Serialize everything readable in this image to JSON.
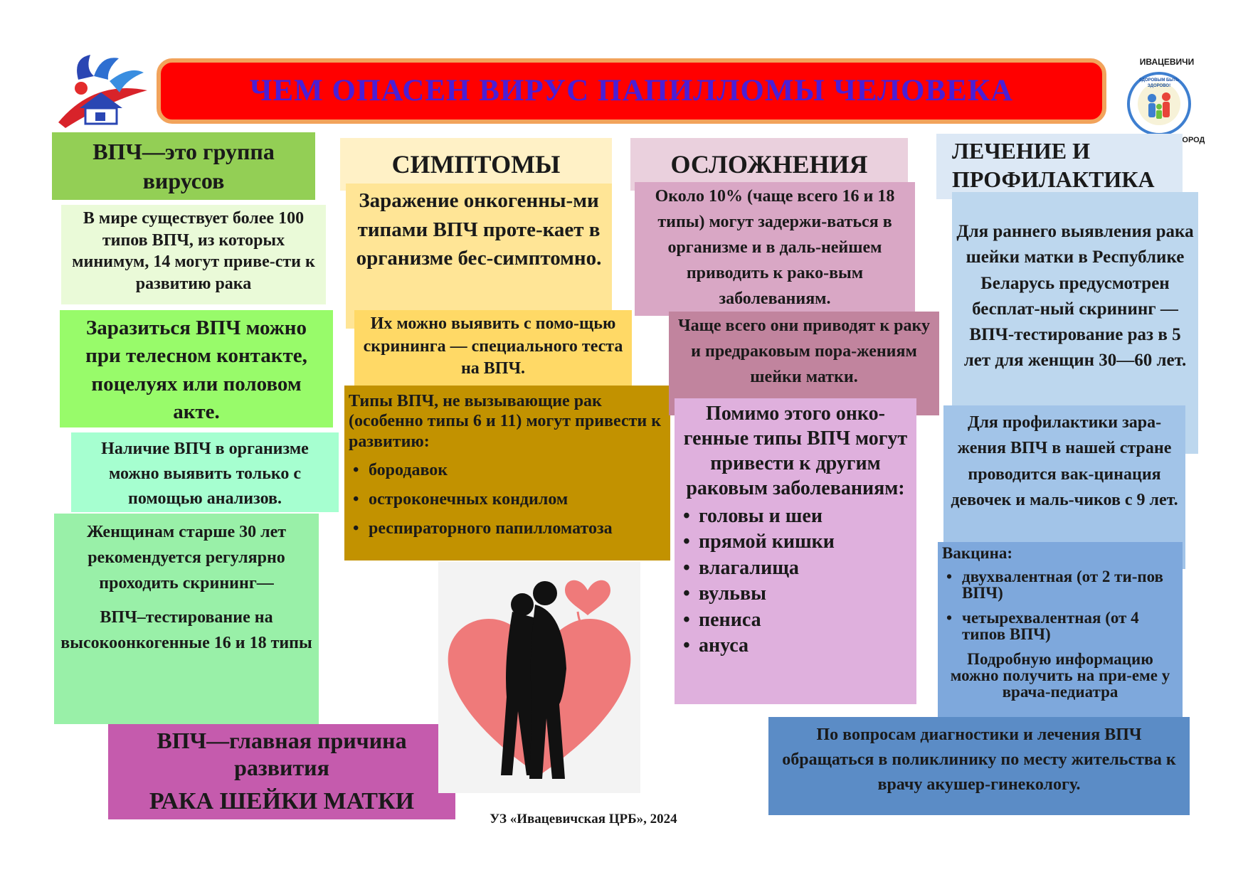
{
  "header": {
    "title": "ЧЕМ ОПАСЕН ВИРУС ПАПИЛЛОМЫ ЧЕЛОВЕКА",
    "city": "ИВАЦЕВИЧИ",
    "emblem_ring_text": "ЗДОРОВЫМ БЫТЬ ЗДОРОВО!",
    "city_subtitle": "ЗДОРОВЫЙ ГОРОД"
  },
  "left": {
    "headline": "ВПЧ—это группа вирусов",
    "types_text": "В мире существует более 100 типов ВПЧ, из которых минимум, 14 могут приве-сти к развитию рака",
    "transmission_text": "Заразиться ВПЧ можно при телесном контакте, поцелуях или половом акте.",
    "detection_text": "Наличие ВПЧ в организме можно выявить только с помощью анализов.",
    "screening_text_1": "Женщинам старше 30 лет рекомендуется регулярно проходить скрининг—",
    "screening_text_2": "ВПЧ–тестирование на высокоонкогенные 16 и 18 типы",
    "main_cause_1": "ВПЧ—главная причина развития",
    "main_cause_2": "РАКА ШЕЙКИ МАТКИ"
  },
  "symptoms": {
    "heading": "СИМПТОМЫ",
    "asymptomatic_text": "Заражение онкогенны-ми типами ВПЧ проте-кает в организме бес-симптомно.",
    "screening_text": "Их можно выявить с помо-щью скрининга — специального теста на ВПЧ.",
    "non_cancer_intro": "Типы ВПЧ, не вызывающие рак (особенно типы 6 и 11) могут привести к развитию:",
    "non_cancer_items": [
      "бородавок",
      "остроконечных кондилом",
      "респираторного папилломатоза"
    ]
  },
  "complications": {
    "heading": "ОСЛОЖНЕНИЯ",
    "persistence_text": "Около 10% (чаще всего 16 и 18 типы) могут задержи-ваться в организме и в даль-нейшем приводить к рако-вым заболеваниям.",
    "cervical_text": "Чаще всего они приводят к раку и предраковым пора-жениям шейки матки.",
    "other_intro": "Помимо этого онко-генные типы ВПЧ могут привести к другим раковым заболеваниям:",
    "other_items": [
      "головы и шеи",
      "прямой кишки",
      "влагалища",
      "вульвы",
      "пениса",
      "ануса"
    ]
  },
  "treatment": {
    "heading": "ЛЕЧЕНИЕ И ПРОФИЛАКТИКА",
    "screening_text": "Для раннего выявления рака шейки матки в Республике Беларусь предусмотрен бесплат-ный скрининг — ВПЧ-тестирование раз в 5 лет для женщин 30—60 лет.",
    "vaccination_text": "Для профилактики зара-жения ВПЧ в нашей стране проводится вак-цинация девочек и маль-чиков с 9 лет.",
    "vaccine_heading": "Вакцина:",
    "vaccine_items": [
      "двухвалентная (от 2 ти-пов ВПЧ)",
      "четырехвалентная (от 4 типов ВПЧ)"
    ],
    "vaccine_info": "Подробную информацию можно получить на при-еме у врача-педиатра",
    "contact_text": "По вопросам диагностики и лечения ВПЧ обращаться в поликлинику по месту жительства к врачу акушер-гинекологу."
  },
  "footer": {
    "credit": "УЗ «Ивацевичская ЦРБ», 2024"
  },
  "colors": {
    "title_bg": "#ff0000",
    "title_text": "#4a1fd6",
    "title_border": "#f2a35b",
    "green_dark": "#93cf55",
    "green_pale": "#eafad8",
    "green_bright": "#98fb6a",
    "mint": "#a6ffd0",
    "green_light": "#99f0a8",
    "magenta": "#c55bad",
    "yellow_pale": "#fff1c6",
    "yellow": "#ffe596",
    "yellow_mid": "#ffd966",
    "mustard": "#c29200",
    "pink_pale": "#ead0dd",
    "pink": "#d9a7c5",
    "mauve": "#c1849e",
    "pink_light": "#dfb0dd",
    "blue_pale": "#dce8f5",
    "blue_light": "#bdd7ee",
    "blue_mid": "#a2c4e8",
    "blue": "#7ea8dc",
    "blue_dark": "#5b8cc6"
  }
}
